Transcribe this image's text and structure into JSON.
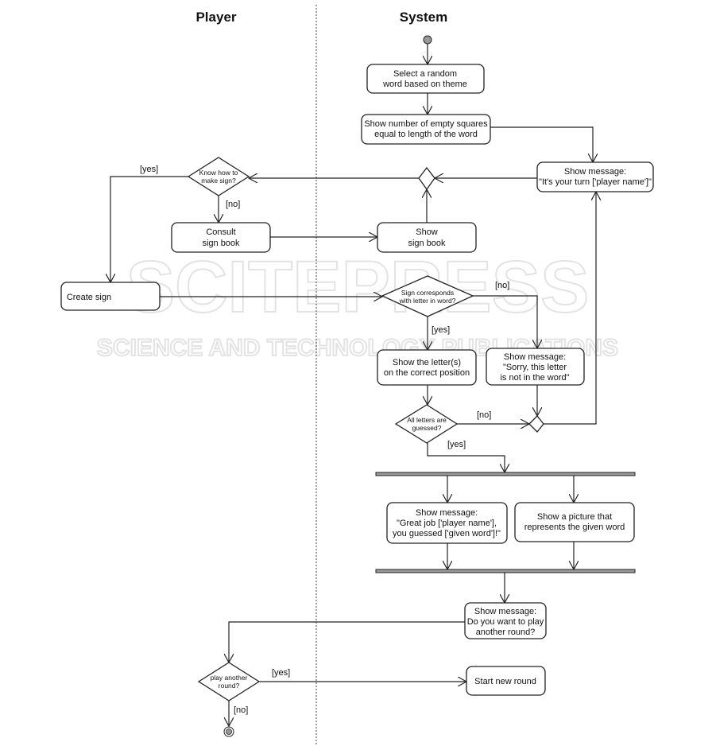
{
  "lanes": {
    "player": "Player",
    "system": "System"
  },
  "watermark": {
    "line1": "SCITEPRESS",
    "line2": "SCIENCE AND TECHNOLOGY PUBLICATIONS"
  },
  "nodes": {
    "select_word": [
      "Select a random",
      "word based on theme"
    ],
    "show_squares": [
      "Show number of empty squares",
      "equal to length of the word"
    ],
    "your_turn": [
      "Show message:",
      "\"It's your turn ['player name']\""
    ],
    "know_sign": [
      "Know how to",
      "make sign?"
    ],
    "consult": [
      "Consult",
      "sign book"
    ],
    "show_book": [
      "Show",
      "sign book"
    ],
    "create_sign": [
      "Create sign"
    ],
    "sign_corresponds": [
      "Sign corresponds",
      "with letter in word?"
    ],
    "show_letters": [
      "Show the letter(s)",
      "on the correct position"
    ],
    "sorry": [
      "Show message:",
      "\"Sorry, this letter",
      "is not in the word\""
    ],
    "all_guessed": [
      "All letters are",
      "guessed?"
    ],
    "great_job": [
      "Show message:",
      "\"Great job ['player name'],",
      "you guessed ['given word']!\""
    ],
    "picture": [
      "Show a picture that",
      "represents the given word"
    ],
    "play_again_msg": [
      "Show message:",
      "Do you want to play",
      "another round?"
    ],
    "play_again": [
      "play another",
      "round?"
    ],
    "new_round": [
      "Start new round"
    ]
  },
  "guards": {
    "know_yes": "[yes]",
    "know_no": "[no]",
    "sign_no": "[no]",
    "sign_yes": "[yes]",
    "all_no": "[no]",
    "all_yes": "[yes]",
    "play_yes": "[yes]",
    "play_no": "[no]"
  }
}
